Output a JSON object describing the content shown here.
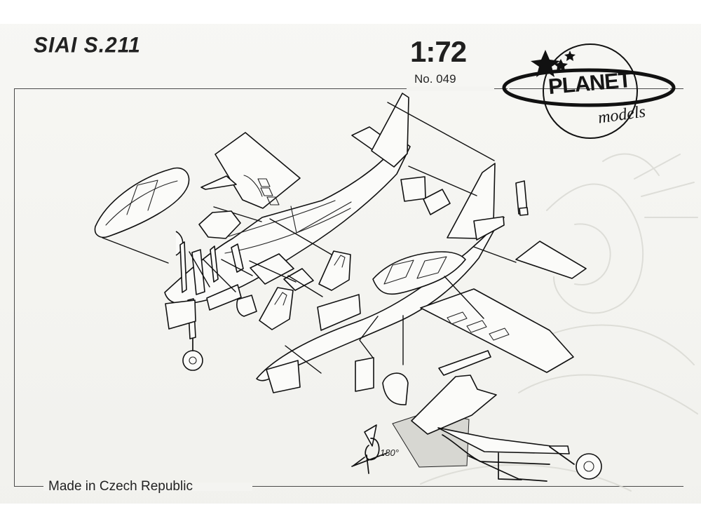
{
  "kit": {
    "title": "SIAI S.211",
    "scale": "1:72",
    "number": "No. 049",
    "origin": "Made in Czech Republic",
    "landing_gear_rotation": "180°"
  },
  "brand": {
    "name": "PLANET",
    "subtitle": "models"
  },
  "icons": {
    "logo": "planet-with-ring-logo",
    "rotation": "rotation-arrow-icon"
  },
  "colors": {
    "paper": "#f4f4f1",
    "ink": "#111111",
    "watermark": "#d8d8d2",
    "shading": "#d7d7d2"
  }
}
